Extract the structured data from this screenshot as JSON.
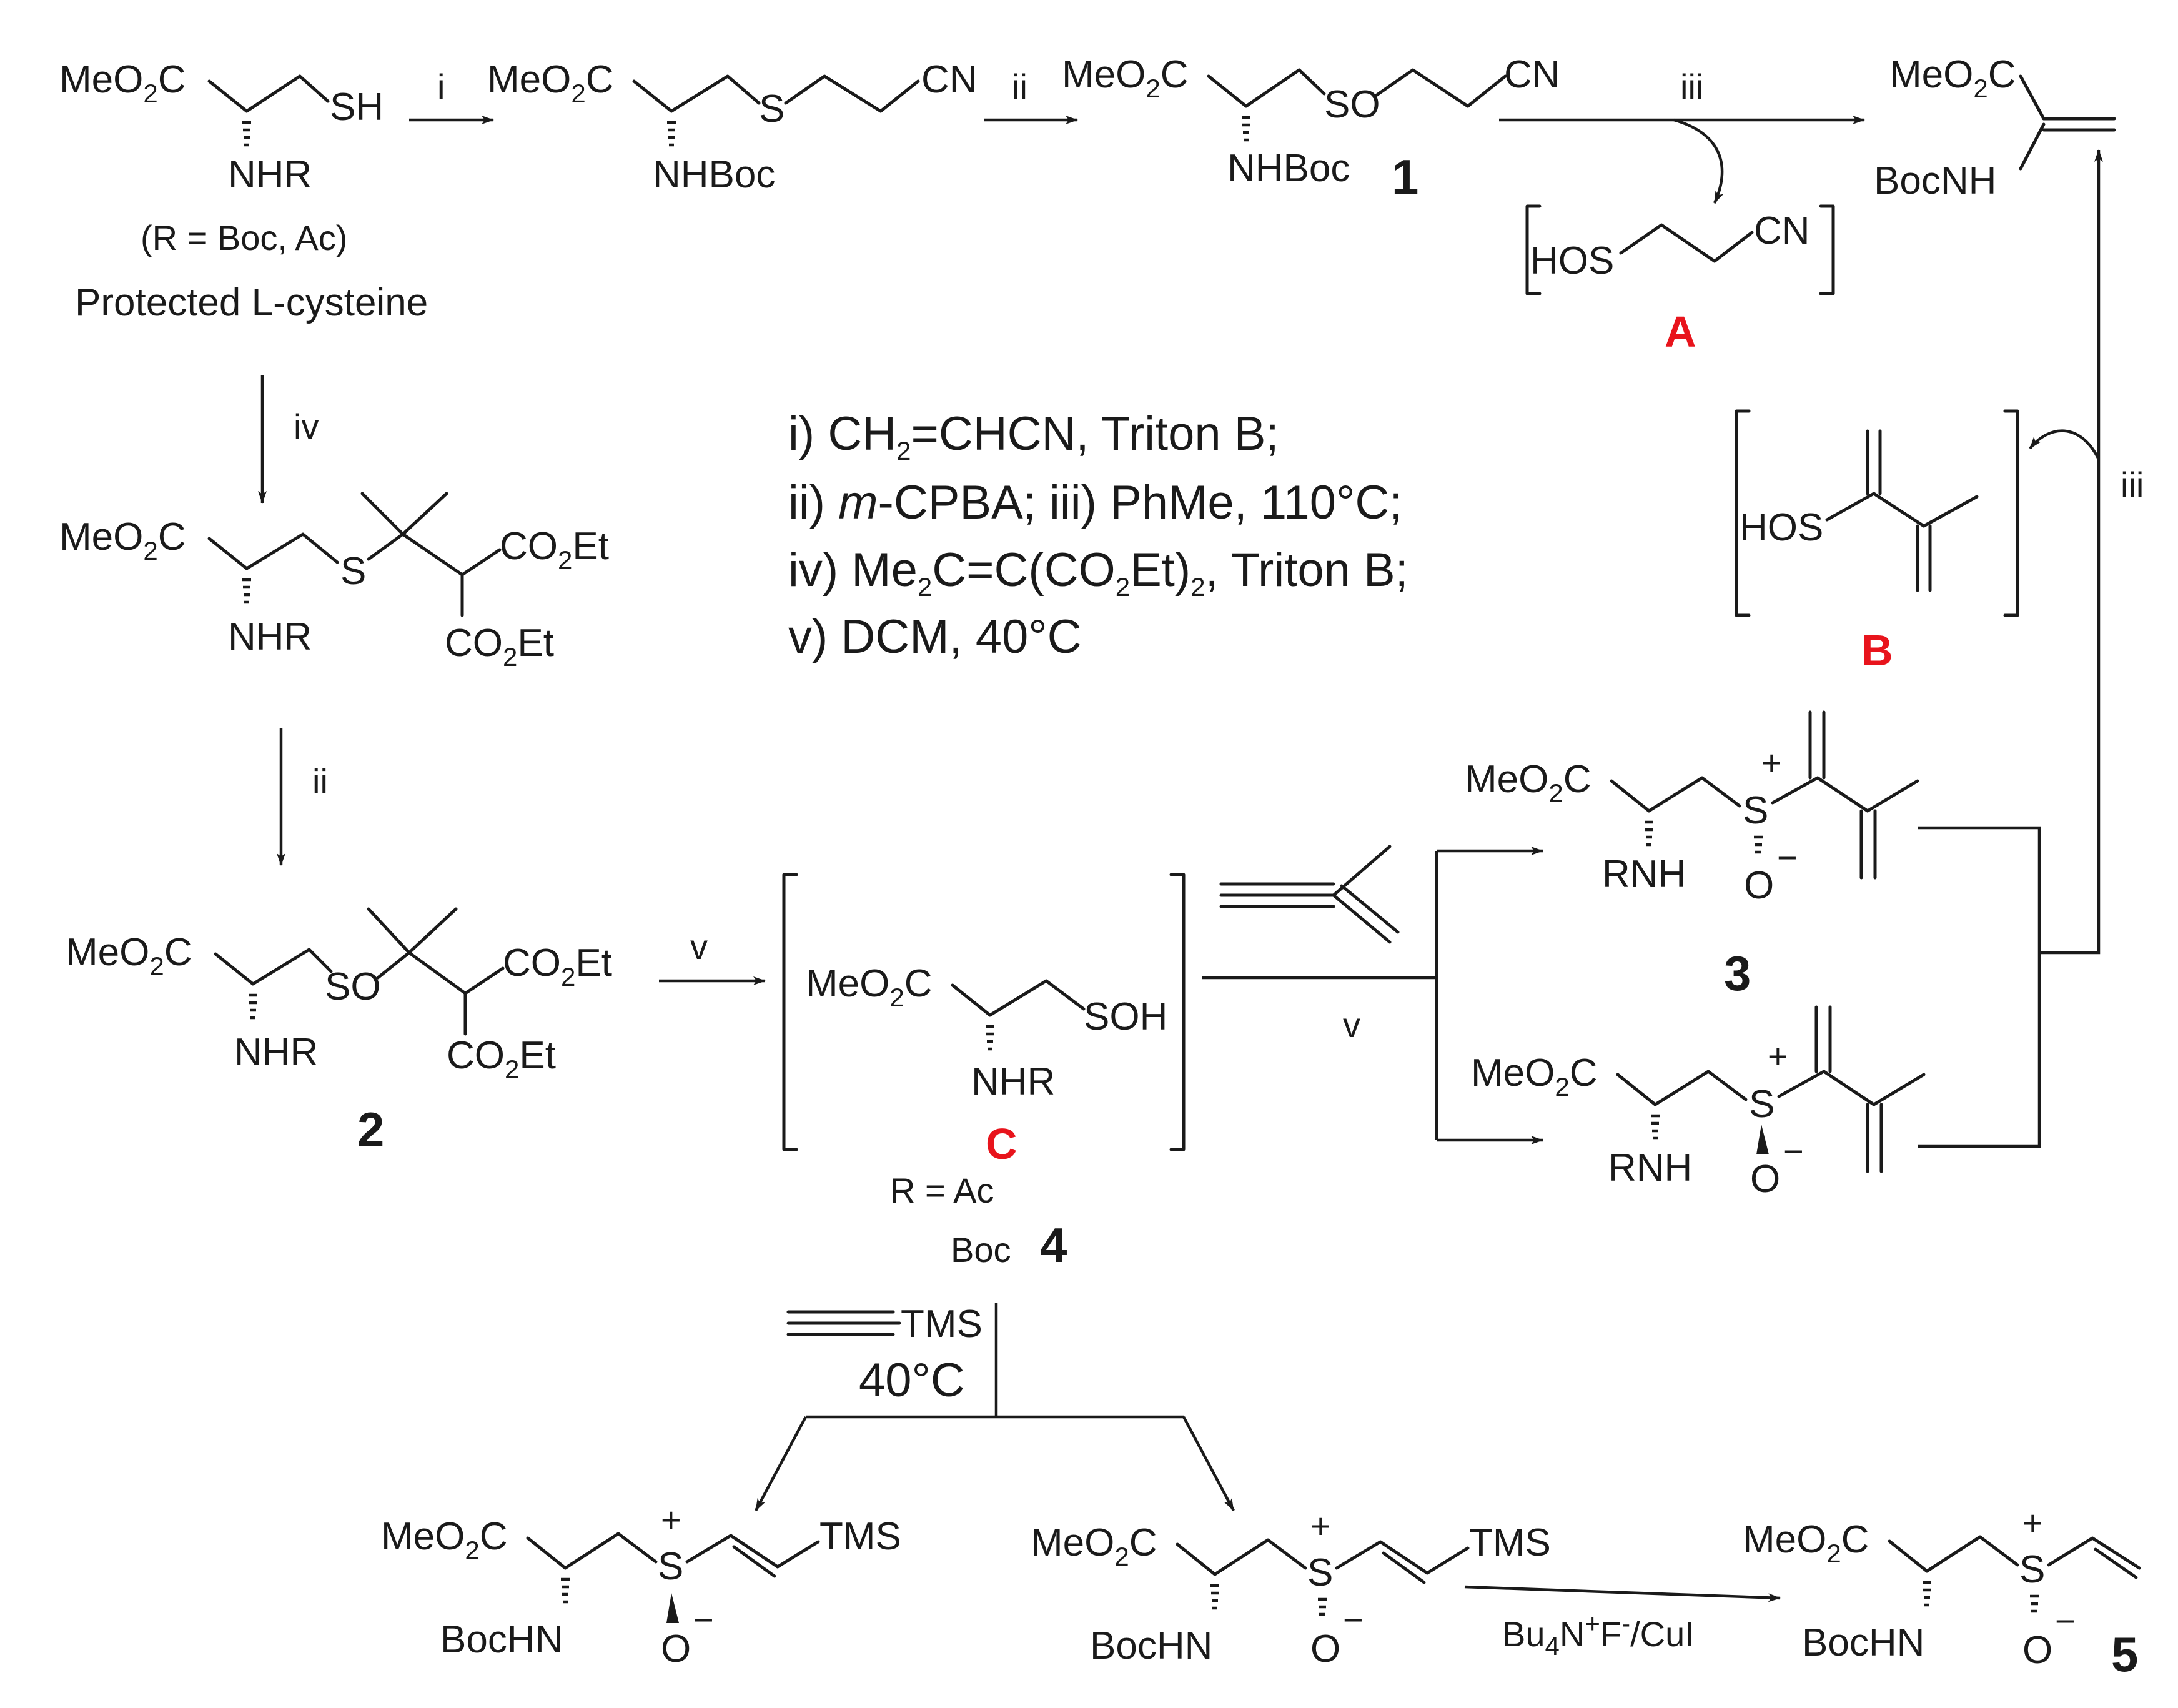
{
  "scheme": {
    "reagents_text": {
      "i": "i)",
      "i_reagent": "CH2=CHCN, Triton B;",
      "ii": "ii)",
      "ii_reagent": "m-CPBA;",
      "iii": "iii) PhMe, 110°C;",
      "iv": "iv) Me2C=C(CO2Et)2, Triton B;",
      "v": "v) DCM, 40°C"
    },
    "arrow_labels": {
      "i": "i",
      "ii": "ii",
      "iii": "iii",
      "iv": "iv",
      "v": "v"
    },
    "compound_labels": {
      "c1": "1",
      "c2": "2",
      "c3": "3",
      "c4": "4",
      "c5": "5",
      "A": "A",
      "B": "B",
      "C": "C"
    },
    "notes": {
      "r_group": "(R = Boc, Ac)",
      "start_name": "Protected L-cysteine",
      "r_ac": "R = Ac",
      "boc": "Boc",
      "temp": "40°C",
      "tms": "TMS",
      "fluoride": "Bu4N+F-/CuI"
    },
    "colors": {
      "ink": "#1a1a1a",
      "intermediate_label": "#e8141c"
    }
  }
}
